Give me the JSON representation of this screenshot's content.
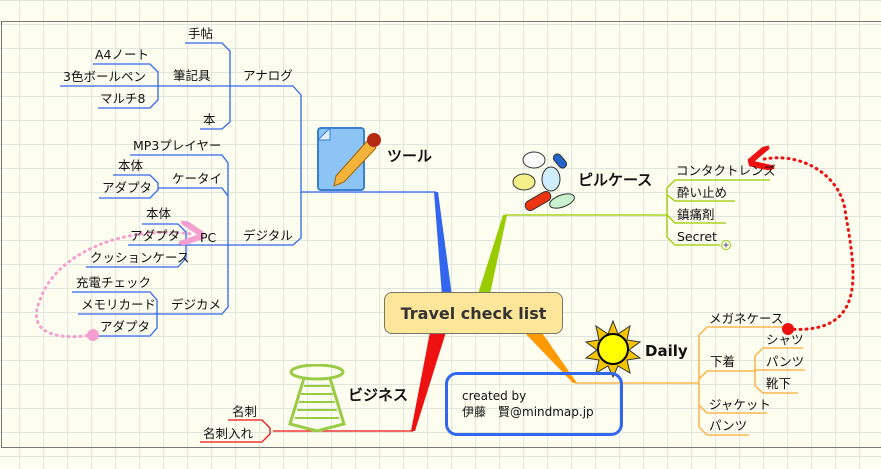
{
  "center": "Travel check list",
  "credit": {
    "line1": "created by",
    "line2": "伊藤　賢@mindmap.jp"
  },
  "tool": {
    "label": "ツール",
    "analog": {
      "label": "アナログ",
      "items": [
        "手帖",
        "筆記具",
        "本"
      ],
      "stationery": [
        "A4ノート",
        "3色ボールペン",
        "マルチ8"
      ]
    },
    "digital": {
      "label": "デジタル",
      "mp3": "MP3プレイヤー",
      "phone": {
        "label": "ケータイ",
        "items": [
          "本体",
          "アダプタ"
        ]
      },
      "pc": {
        "label": "PC",
        "items": [
          "本体",
          "アダプタ",
          "クッションケース"
        ]
      },
      "camera": {
        "label": "デジカメ",
        "items": [
          "充電チェック",
          "メモリカード",
          "アダプタ"
        ]
      }
    }
  },
  "business": {
    "label": "ビジネス",
    "items": [
      "名刺",
      "名刺入れ"
    ]
  },
  "pills": {
    "label": "ピルケース",
    "items": [
      "コンタクトレンズ",
      "酔い止め",
      "鎮痛剤",
      "Secret"
    ]
  },
  "daily": {
    "label": "Daily",
    "items": [
      "メガネケース",
      "下着",
      "ジャケット",
      "パンツ"
    ],
    "underwear": [
      "シャツ",
      "パンツ",
      "靴下"
    ]
  },
  "colors": {
    "tool": "#3366ee",
    "pills": "#99cc00",
    "daily": "#ff9900",
    "business": "#ee1111",
    "link_pink": "#f59fd0",
    "link_red": "#ee1111"
  }
}
